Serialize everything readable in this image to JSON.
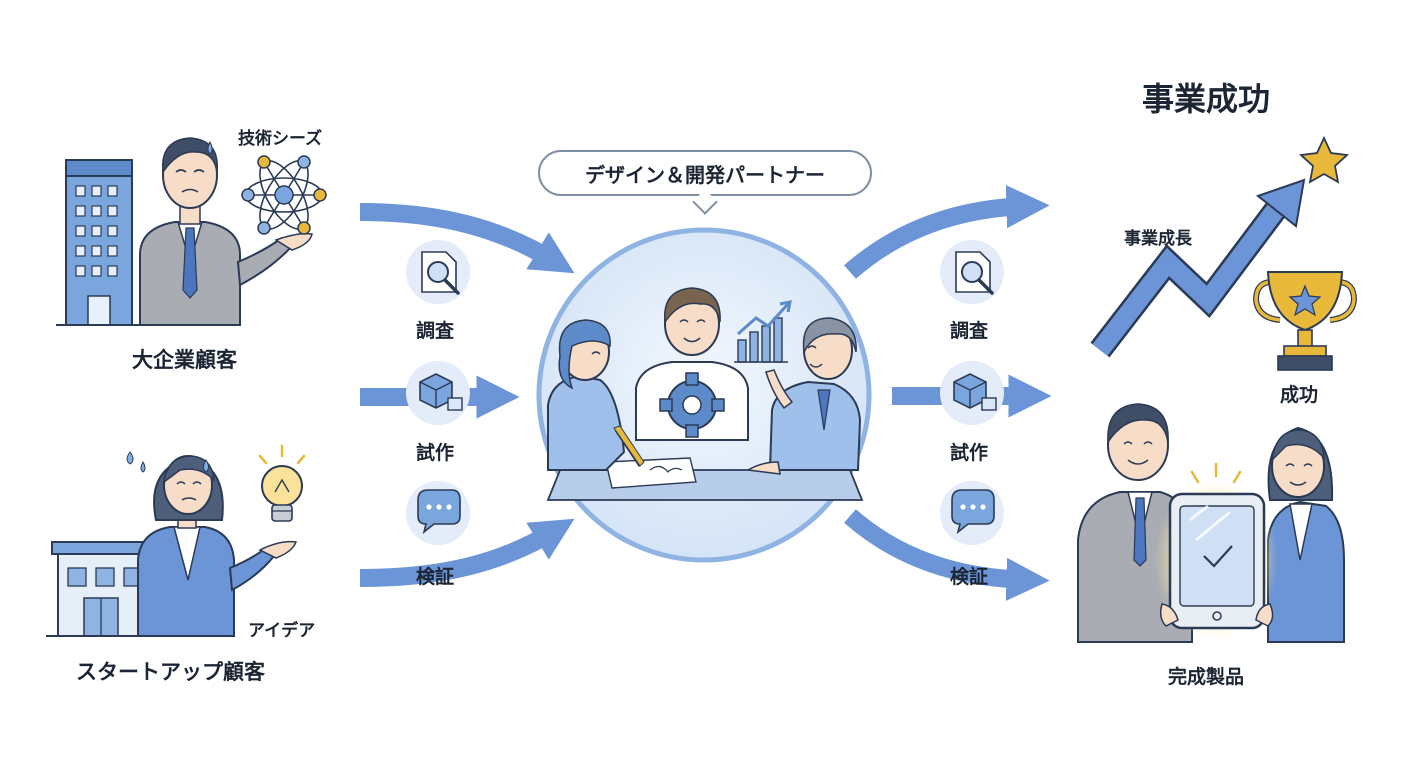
{
  "clients": {
    "enterprise_label": "大企業顧客",
    "enterprise_asset": "技術シーズ",
    "startup_label": "スタートアップ顧客",
    "startup_asset": "アイデア"
  },
  "partner": {
    "label": "デザイン＆開発パートナー"
  },
  "process_in": [
    "調査",
    "試作",
    "検証"
  ],
  "process_out": [
    "調査",
    "試作",
    "検証"
  ],
  "outcome": {
    "title": "事業成功",
    "growth": "事業成長",
    "success": "成功",
    "product": "完成製品"
  },
  "colors": {
    "accent_blue": "#6b95d6",
    "light_blue": "#dbe8f8",
    "gold": "#e8b83a",
    "navy": "#2b3a55"
  }
}
